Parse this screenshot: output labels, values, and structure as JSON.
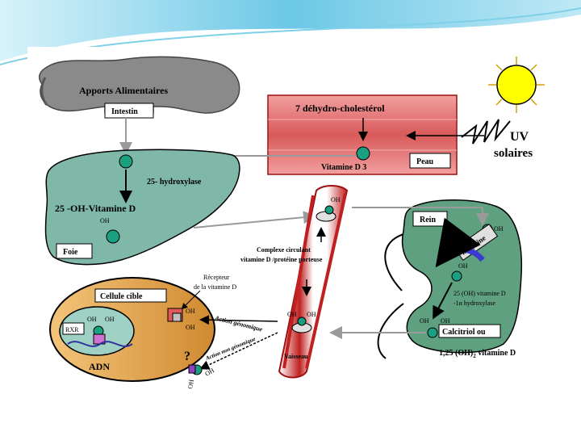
{
  "colors": {
    "liver_fill": "#7fb8a8",
    "skin_fill": "#e07070",
    "kidney_fill": "#5fa080",
    "cell_fill": "#e8a64a",
    "nucleus_fill": "#9ed0c4",
    "sun": "#ffff00",
    "molecule": "#1aa080",
    "arrow_grey": "#9a9a9a",
    "blue_arrow": "#3a3ad0",
    "slide_header": "#7fd0e8"
  },
  "icons": [
    "sun-icon",
    "uv-wave-icon",
    "molecule-icon",
    "receptor-icon"
  ],
  "food": {
    "title": "Apports Alimentaires",
    "intestine": "Intestin"
  },
  "skin": {
    "title": "7 déhydro-cholestérol",
    "vitamin": "Vitamine D 3",
    "label": "Peau"
  },
  "uv": {
    "line1": "UV",
    "line2": "solaires"
  },
  "liver": {
    "enzyme": "25- hydroxylase",
    "product": "25 -OH-Vitamine D",
    "oh": "OH",
    "label": "Foie"
  },
  "vessel": {
    "oh_top": "OH",
    "complex_line1": "Complexe circulant",
    "complex_line2": "vitamine D /protéine porteuse",
    "oh_left": "OH",
    "oh_right": "OH",
    "label": "Vaisseau"
  },
  "kidney": {
    "label": "Rein",
    "oh_top": "OH",
    "megaline": "mégaline",
    "oh_mid": "OH",
    "enzyme_line1": "25 (OH) vitamine D",
    "enzyme_line2": "-1α hydroxylase",
    "oh_bl": "OH",
    "oh_br": "OH",
    "calcitriol": "Calcitriol ou",
    "formula_prefix": "1,25 (OH)",
    "formula_sub": "2",
    "formula_suffix": " vitamine D"
  },
  "cell": {
    "title": "Cellule cible",
    "receptor_line1": "Récepteur",
    "receptor_line2": "de la vitamine D",
    "oh1": "OH",
    "oh2": "OH",
    "rxr": "RXR",
    "oh_n1": "OH",
    "oh_n2": "OH",
    "adn": "ADN",
    "question": "?",
    "genomic": "Action génomique",
    "nongenomic": "Action non génomique",
    "oh_b1": "OH",
    "oh_b2": "OH"
  }
}
